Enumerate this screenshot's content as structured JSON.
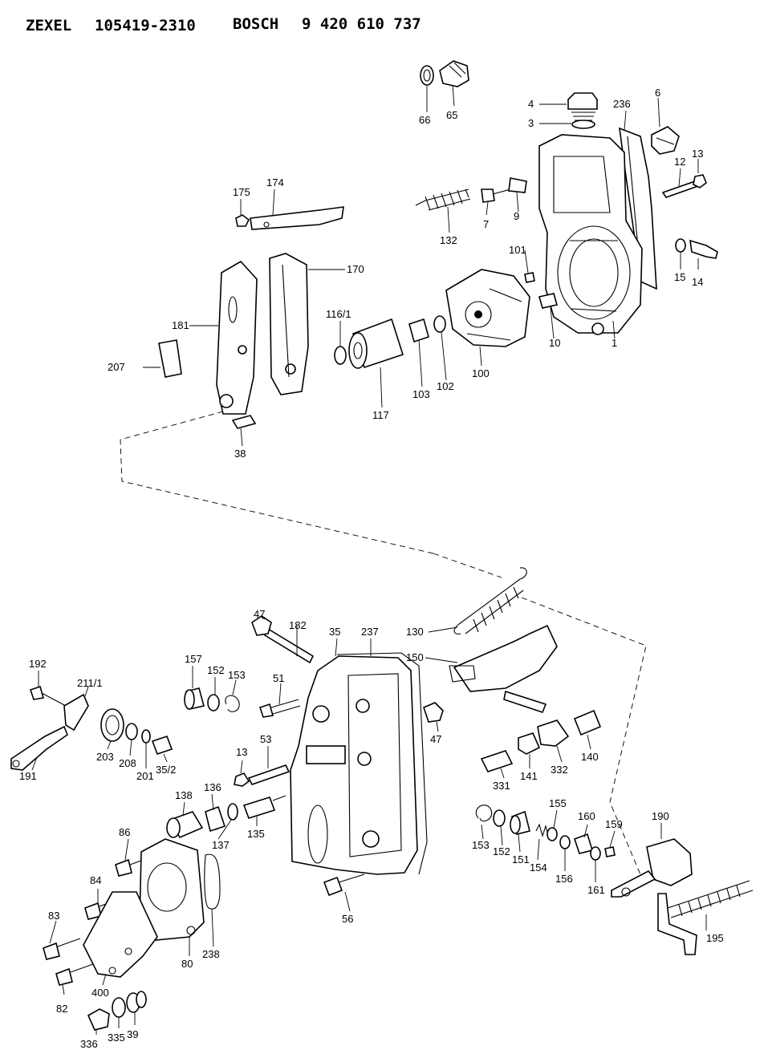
{
  "header": {
    "brand1": "ZEXEL",
    "part_no": "105419-2310",
    "brand2": "BOSCH",
    "bosch_no": "9 420 610 737"
  },
  "labels": {
    "l66": "66",
    "l65": "65",
    "l4": "4",
    "l3": "3",
    "l236": "236",
    "l6": "6",
    "l12": "12",
    "l13a": "13",
    "l175": "175",
    "l174": "174",
    "l7": "7",
    "l9": "9",
    "l132": "132",
    "l101": "101",
    "l15": "15",
    "l14": "14",
    "l170": "170",
    "l181": "181",
    "l1161": "116/1",
    "l207": "207",
    "l10": "10",
    "l1": "1",
    "l100": "100",
    "l102": "102",
    "l103": "103",
    "l117": "117",
    "l38": "38",
    "l130": "130",
    "l47a": "47",
    "l182": "182",
    "l35": "35",
    "l237": "237",
    "l150": "150",
    "l192": "192",
    "l2111": "211/1",
    "l157": "157",
    "l152a": "152",
    "l153a": "153",
    "l51": "51",
    "l47b": "47",
    "l191": "191",
    "l203": "203",
    "l208": "208",
    "l201": "201",
    "l352": "35/2",
    "l13b": "13",
    "l53": "53",
    "l140": "140",
    "l332": "332",
    "l141": "141",
    "l331": "331",
    "l138": "138",
    "l136": "136",
    "l137": "137",
    "l135": "135",
    "l86": "86",
    "l155": "155",
    "l160": "160",
    "l159": "159",
    "l190": "190",
    "l153b": "153",
    "l152b": "152",
    "l151": "151",
    "l154": "154",
    "l156": "156",
    "l161": "161",
    "l84": "84",
    "l83": "83",
    "l56": "56",
    "l238": "238",
    "l80": "80",
    "l195": "195",
    "l400": "400",
    "l82": "82",
    "l336": "336",
    "l335": "335",
    "l39": "39"
  },
  "colors": {
    "ink": "#000000",
    "paper": "#ffffff"
  }
}
